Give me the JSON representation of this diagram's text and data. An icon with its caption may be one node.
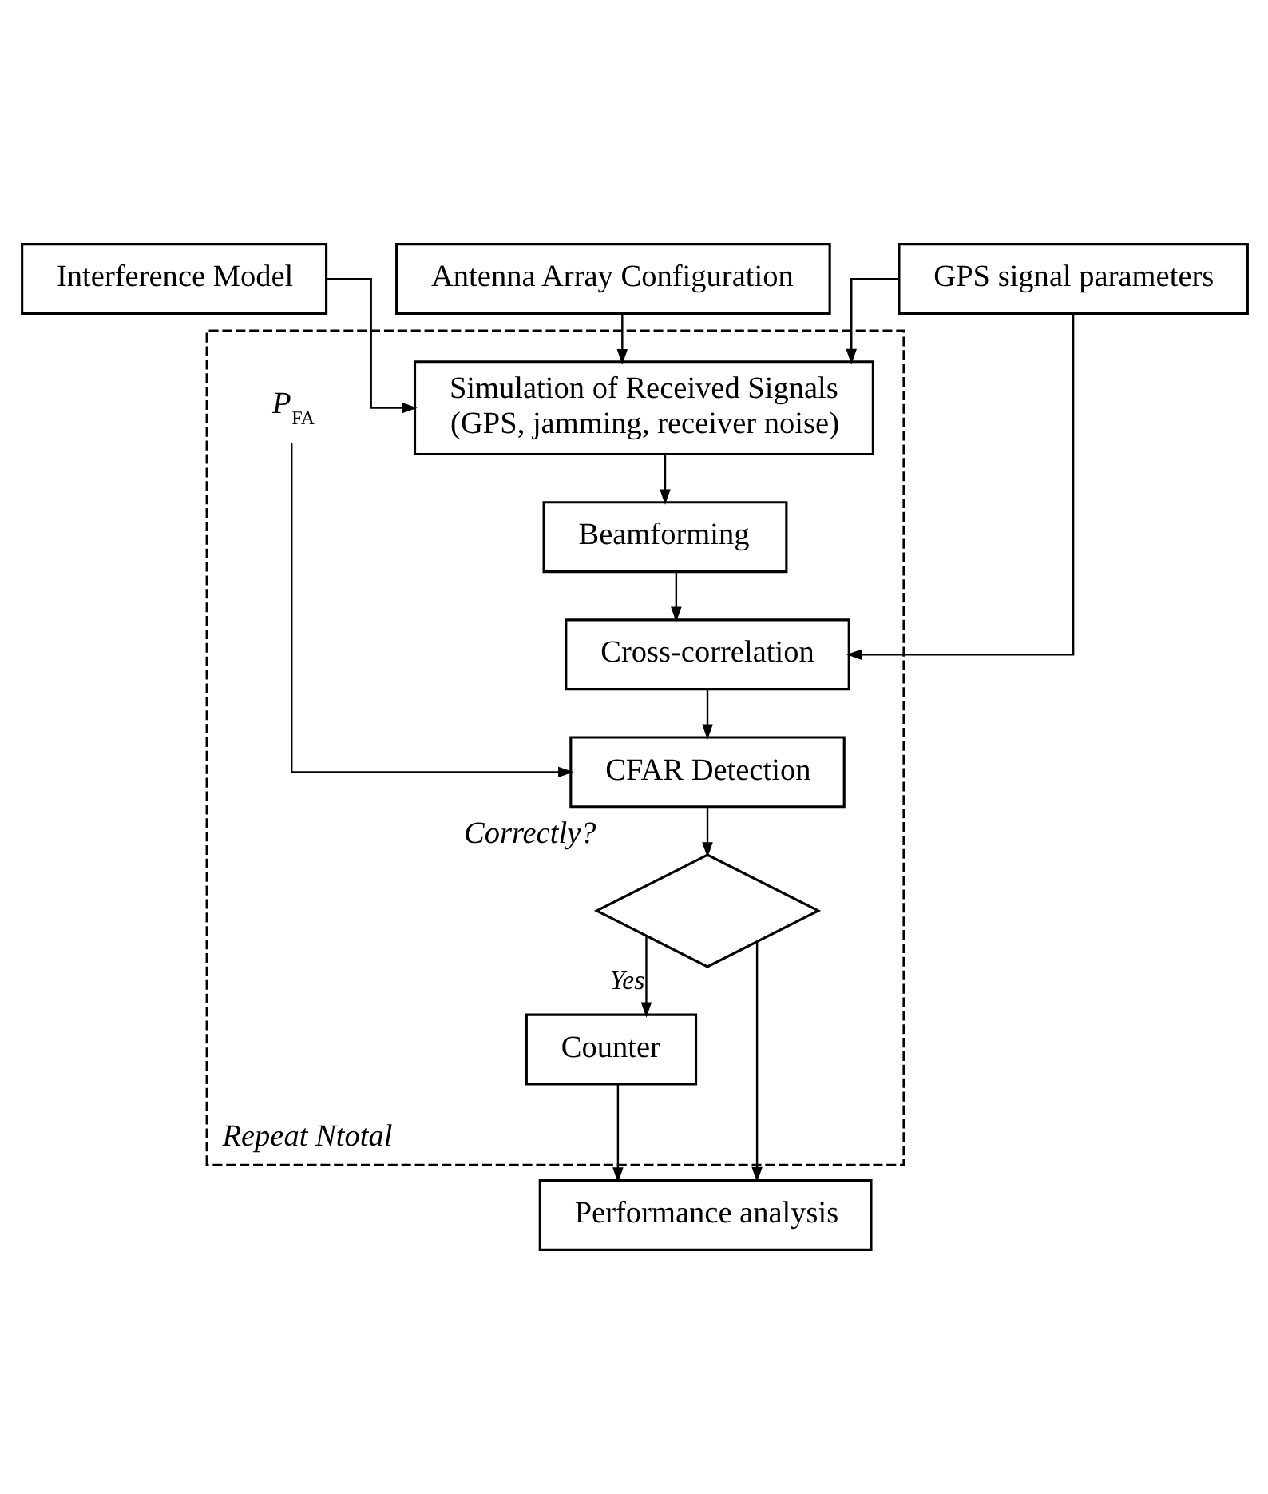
{
  "diagram": {
    "nodes": [
      {
        "text": [
          "GPS signal parameters"
        ]
      },
      {
        "text": [
          "Interference Model"
        ]
      },
      {
        "text": [
          "Antenna Array Configuration"
        ]
      },
      {
        "text": [
          "Repeat Ntotal"
        ]
      },
      {
        "text": [
          "Simulation of Received Signals (GPS, jamming, receiver noise)"
        ],
        "in": 3
      },
      {
        "text": [
          "Beamforming"
        ],
        "in": 3
      },
      {
        "text": [
          "Cross-correlation"
        ],
        "in": 3
      },
      {
        "text": [
          "CFAR Detection"
        ],
        "in": 3
      },
      {
        "text": [],
        "shape": "diamond",
        "beside": [
          "Correctly?"
        ],
        "in": 3
      },
      {
        "text": [
          "Counter"
        ],
        "in": 3
      },
      {
        "text": [
          "Performance analysis"
        ]
      },
      {
        "text": [
          "*P*$_{FA}$"
        ],
        "in": 3
      }
    ],
    "edges": [
      {
        "from": 0,
        "to": 4,
        "arrow": "to"
      },
      {
        "from": 0,
        "to": 6,
        "arrow": "to"
      },
      {
        "from": 1,
        "to": 4,
        "arrow": "to"
      },
      {
        "from": 2,
        "to": 4,
        "arrow": "to"
      },
      {
        "from": 4,
        "to": 5,
        "arrow": "to"
      },
      {
        "from": 5,
        "to": 6,
        "arrow": "to"
      },
      {
        "from": 6,
        "to": 7,
        "arrow": "to"
      },
      {
        "from": 11,
        "to": 7,
        "arrow": "to"
      },
      {
        "from": 7,
        "to": 8,
        "arrow": "to"
      },
      {
        "from": 8,
        "to": 9,
        "arrow": "to",
        "label": "Yes"
      },
      {
        "from": 8,
        "to": 10,
        "arrow": "to"
      },
      {
        "from": 9,
        "to": 10,
        "arrow": "to"
      }
    ]
  }
}
